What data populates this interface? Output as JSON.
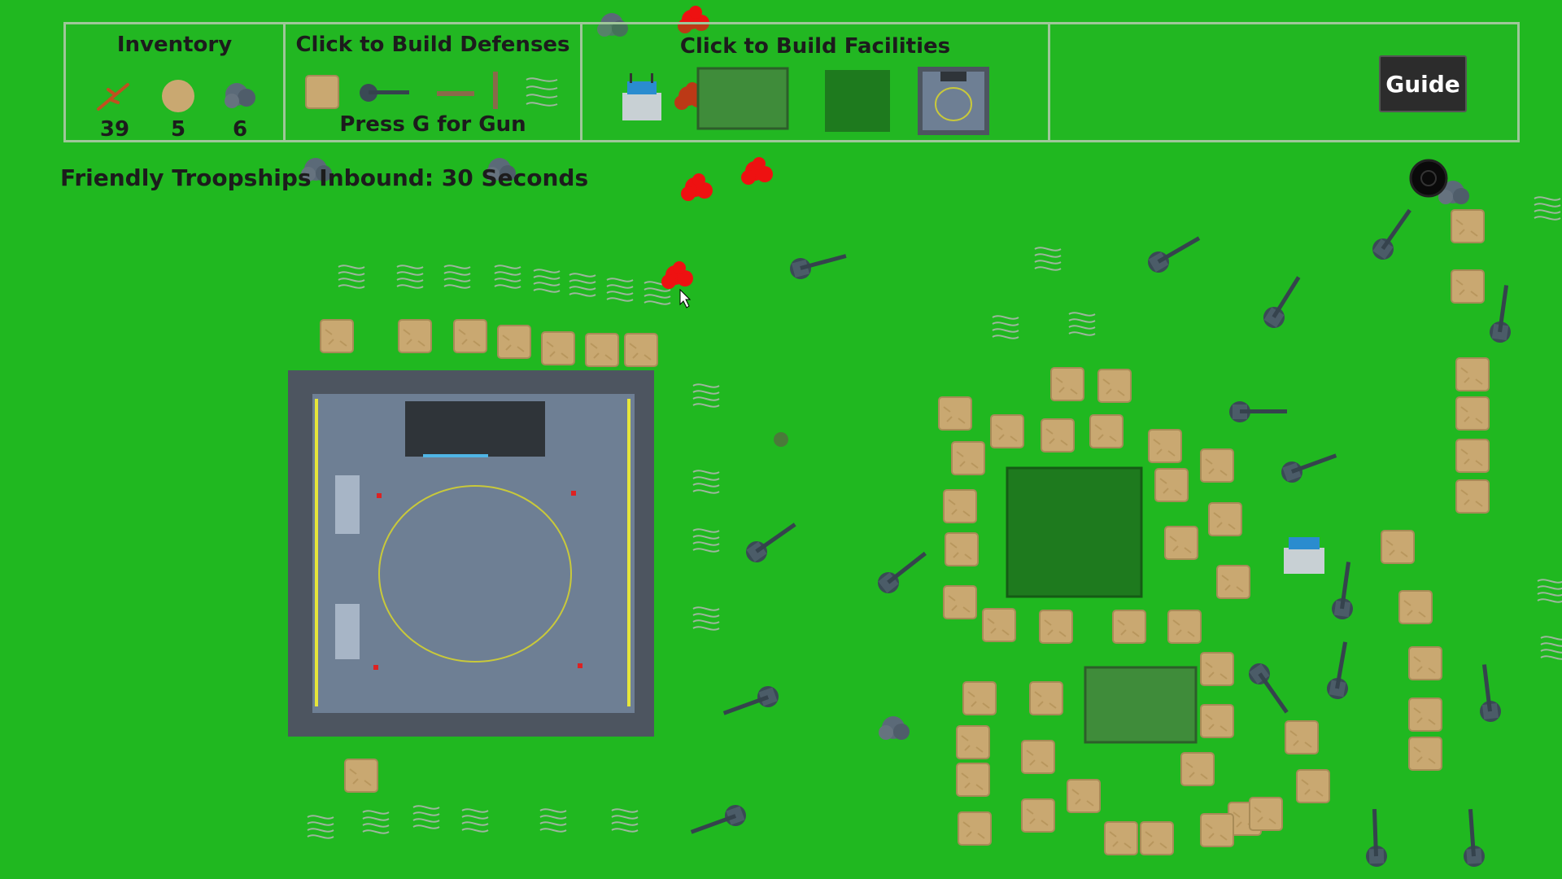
{
  "hud": {
    "inventory_title": "Inventory",
    "defenses_title": "Click to Build Defenses",
    "facilities_title": "Click to Build Facilities",
    "gun_hint": "Press G for Gun",
    "guide_label": "Guide"
  },
  "inventory": [
    {
      "icon": "branch-icon",
      "count": "39"
    },
    {
      "icon": "sandbag-icon",
      "count": "5"
    },
    {
      "icon": "rock-icon",
      "count": "6"
    }
  ],
  "defenses": [
    "sandbag-wall-icon",
    "gun-turret-icon",
    "rail-barrier-icon",
    "post-icon",
    "barbed-wire-icon"
  ],
  "facilities": [
    "radio-station-icon",
    "barracks-tent-icon",
    "crop-field-icon",
    "helipad-icon"
  ],
  "status": {
    "troopships": "Friendly Troopships Inbound: 30 Seconds"
  },
  "colors": {
    "grass": "#20b820",
    "sandbag": "#c9a871",
    "wire": "#8fae93",
    "turret": "#3a4a55",
    "enemy": "#ee1111",
    "helipad": "#6e7f94"
  }
}
